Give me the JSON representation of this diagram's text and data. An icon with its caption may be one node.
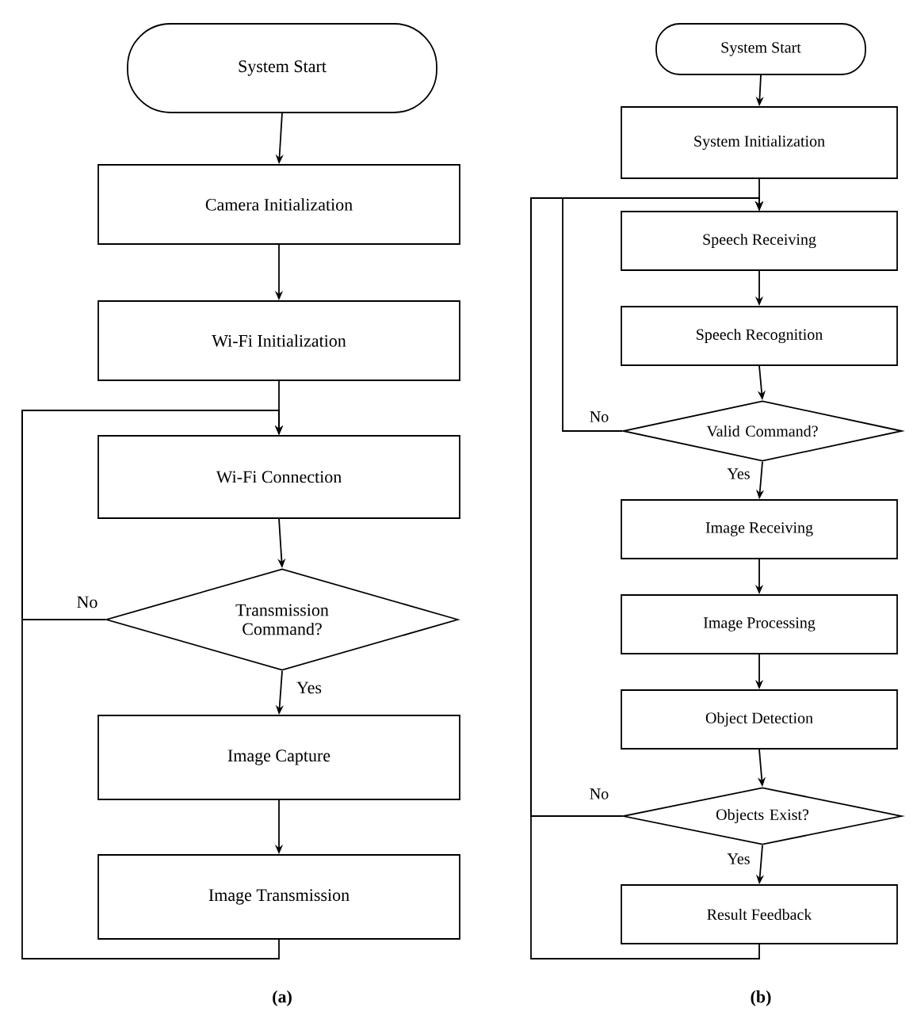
{
  "diagram": {
    "nodes": [
      {
        "text": [
          "System Start"
        ]
      },
      {
        "text": [
          "Camera Initialization"
        ]
      },
      {
        "text": [
          "Wi-Fi Initialization"
        ]
      },
      {
        "text": [
          "Wi-Fi Connection"
        ]
      },
      {
        "text": [
          "Transmission Command?"
        ]
      },
      {
        "text": [
          "Image Capture"
        ]
      },
      {
        "text": [
          "Image Transmission"
        ]
      },
      {
        "text": [
          "System Start"
        ]
      },
      {
        "text": [
          "System Initialization"
        ]
      },
      {
        "text": [
          "Speech Receiving"
        ]
      },
      {
        "text": [
          "Speech Recognition"
        ]
      },
      {
        "text": [
          "Valid Command?"
        ]
      },
      {
        "text": [
          "Image Receiving"
        ]
      },
      {
        "text": [
          "Image Processing"
        ]
      },
      {
        "text": [
          "Object Detection"
        ]
      },
      {
        "text": [
          "Objects Exist?"
        ]
      },
      {
        "text": [
          "Result Feedback"
        ]
      }
    ],
    "edges": [
      {
        "from": 0,
        "to": 1,
        "arrow": "to"
      },
      {
        "from": 1,
        "to": 2,
        "arrow": "to"
      },
      {
        "from": 2,
        "to": 3,
        "arrow": "to"
      },
      {
        "from": 3,
        "to": 4,
        "arrow": "to"
      },
      {
        "from": 4,
        "to": 5,
        "arrow": "to",
        "label": "Yes"
      },
      {
        "from": 5,
        "to": 6,
        "arrow": "to"
      },
      {
        "from": 6,
        "to": 3,
        "arrow": "to"
      },
      {
        "from": 4,
        "to": 3,
        "arrow": "to",
        "label": "No"
      },
      {
        "from": 7,
        "to": 8,
        "arrow": "to"
      },
      {
        "from": 8,
        "to": 9,
        "arrow": "to"
      },
      {
        "from": 9,
        "to": 10,
        "arrow": "to"
      },
      {
        "from": 10,
        "to": 11,
        "arrow": "to"
      },
      {
        "from": 11,
        "to": 9,
        "arrow": "to",
        "label": "No"
      },
      {
        "from": 11,
        "to": 12,
        "arrow": "to",
        "label": "Yes"
      },
      {
        "from": 12,
        "to": 13,
        "arrow": "to"
      },
      {
        "from": 13,
        "to": 14,
        "arrow": "to"
      },
      {
        "from": 14,
        "to": 15,
        "arrow": "to"
      },
      {
        "from": 15,
        "to": 16,
        "arrow": "to",
        "label": "Yes"
      },
      {
        "from": 15,
        "to": 9,
        "arrow": "to",
        "label": "No"
      },
      {
        "from": 16,
        "to": 9,
        "arrow": "to"
      }
    ],
    "labels": [
      "(a)",
      "(b)"
    ]
  }
}
